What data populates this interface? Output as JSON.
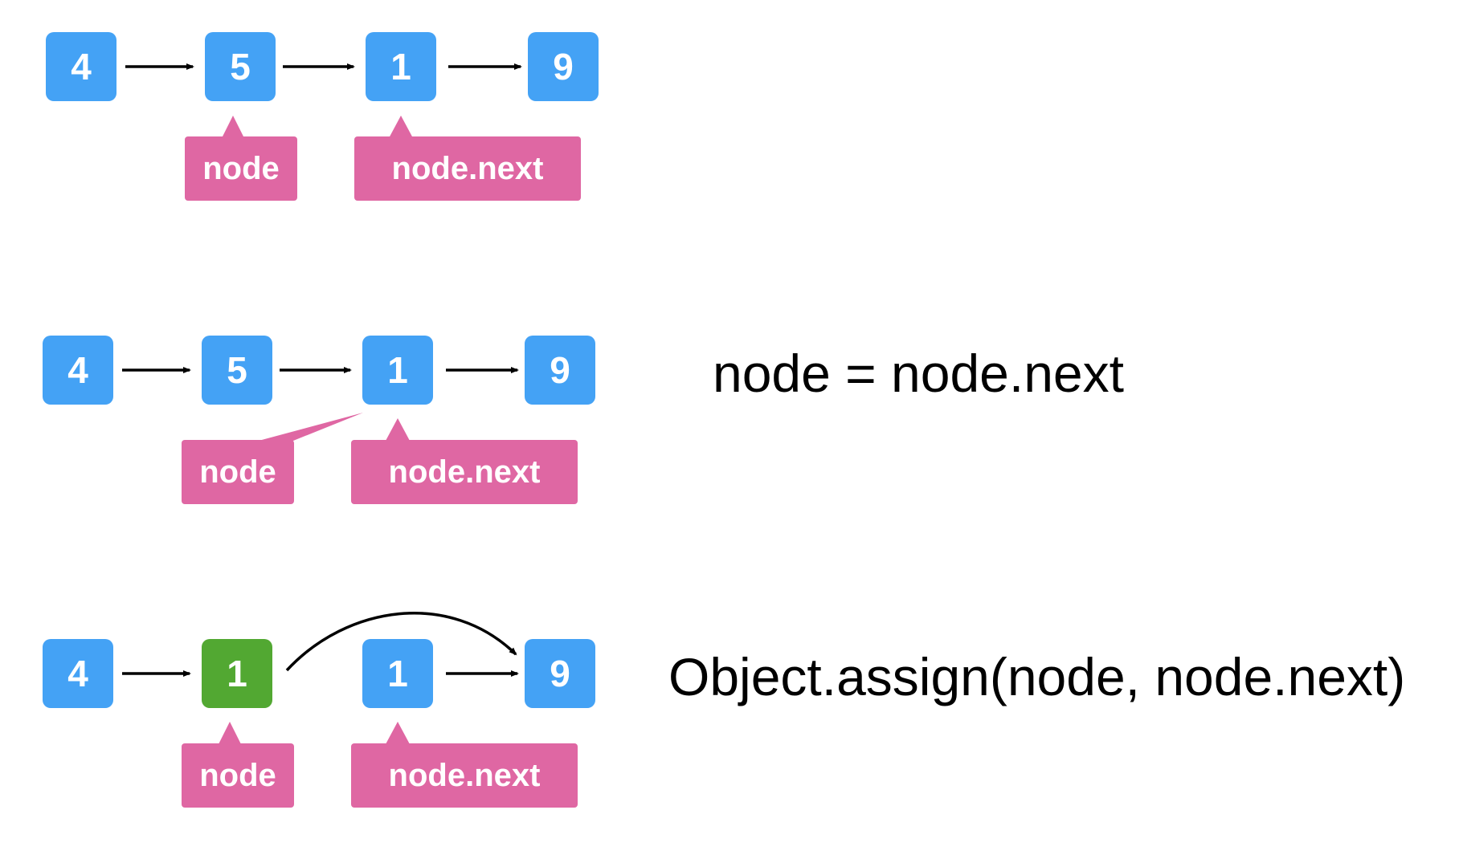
{
  "rows": [
    {
      "nodes": [
        {
          "value": "4",
          "color": "#44a2f5"
        },
        {
          "value": "5",
          "color": "#44a2f5"
        },
        {
          "value": "1",
          "color": "#44a2f5"
        },
        {
          "value": "9",
          "color": "#44a2f5"
        }
      ],
      "pointer_node_label": "node",
      "pointer_next_label": "node.next",
      "caption": ""
    },
    {
      "nodes": [
        {
          "value": "4",
          "color": "#44a2f5"
        },
        {
          "value": "5",
          "color": "#44a2f5"
        },
        {
          "value": "1",
          "color": "#44a2f5"
        },
        {
          "value": "9",
          "color": "#44a2f5"
        }
      ],
      "pointer_node_label": "node",
      "pointer_next_label": "node.next",
      "caption": "node = node.next"
    },
    {
      "nodes": [
        {
          "value": "4",
          "color": "#44a2f5"
        },
        {
          "value": "1",
          "color": "#52a832"
        },
        {
          "value": "1",
          "color": "#44a2f5"
        },
        {
          "value": "9",
          "color": "#44a2f5"
        }
      ],
      "pointer_node_label": "node",
      "pointer_next_label": "node.next",
      "caption": "Object.assign(node, node.next)"
    }
  ],
  "colors": {
    "node": "#44a2f5",
    "node_highlight": "#52a832",
    "pointer": "#df67a3",
    "arrow": "#000000"
  }
}
